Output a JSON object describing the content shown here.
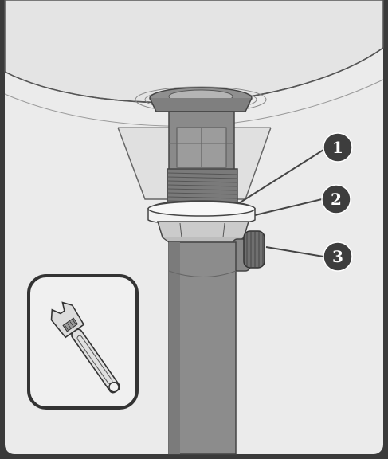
{
  "callouts": [
    {
      "number": "1",
      "part": "gasket"
    },
    {
      "number": "2",
      "part": "washer"
    },
    {
      "number": "3",
      "part": "lock nut"
    }
  ],
  "inset": {
    "tool": "adjustable-wrench"
  },
  "colors": {
    "frame": "#3a3a3a",
    "basin": "#ebebeb",
    "pipe": "#8c8c8c",
    "pipe_dark": "#6e6e6e",
    "outline": "#444444",
    "callout_fill": "#3d3d3d",
    "inset_bg": "#f0f0f0"
  }
}
